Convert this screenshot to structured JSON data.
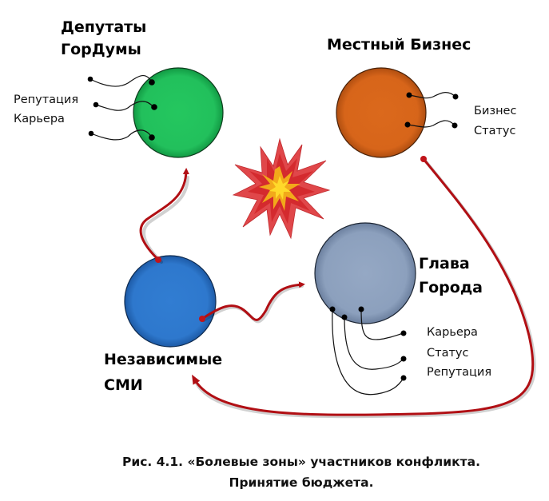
{
  "diagram": {
    "actors": {
      "deputies": {
        "title_line1": "Депутаты",
        "title_line2": "ГорДумы",
        "color": "#22c35e",
        "labels": [
          "Репутация",
          "Карьера"
        ]
      },
      "business": {
        "title": "Местный Бизнес",
        "color": "#d8661a",
        "labels": [
          "Бизнес",
          "Статус"
        ]
      },
      "media": {
        "title_line1": "Независимые",
        "title_line2": "СМИ",
        "color": "#2f7ad0"
      },
      "mayor": {
        "title_line1": "Глава",
        "title_line2": "Города",
        "color": "#8ea2bf",
        "labels": [
          "Карьера",
          "Статус",
          "Репутация"
        ]
      }
    },
    "conflict_icon": "explosion-icon",
    "arrow_color": "#b10f14",
    "arrows": [
      {
        "from": "media",
        "to": "deputies"
      },
      {
        "from": "media",
        "to": "mayor"
      },
      {
        "from": "business",
        "to": "media"
      }
    ]
  },
  "caption": {
    "line1": "Рис. 4.1. «Болевые зоны» участников конфликта.",
    "line2": "Принятие бюджета."
  }
}
